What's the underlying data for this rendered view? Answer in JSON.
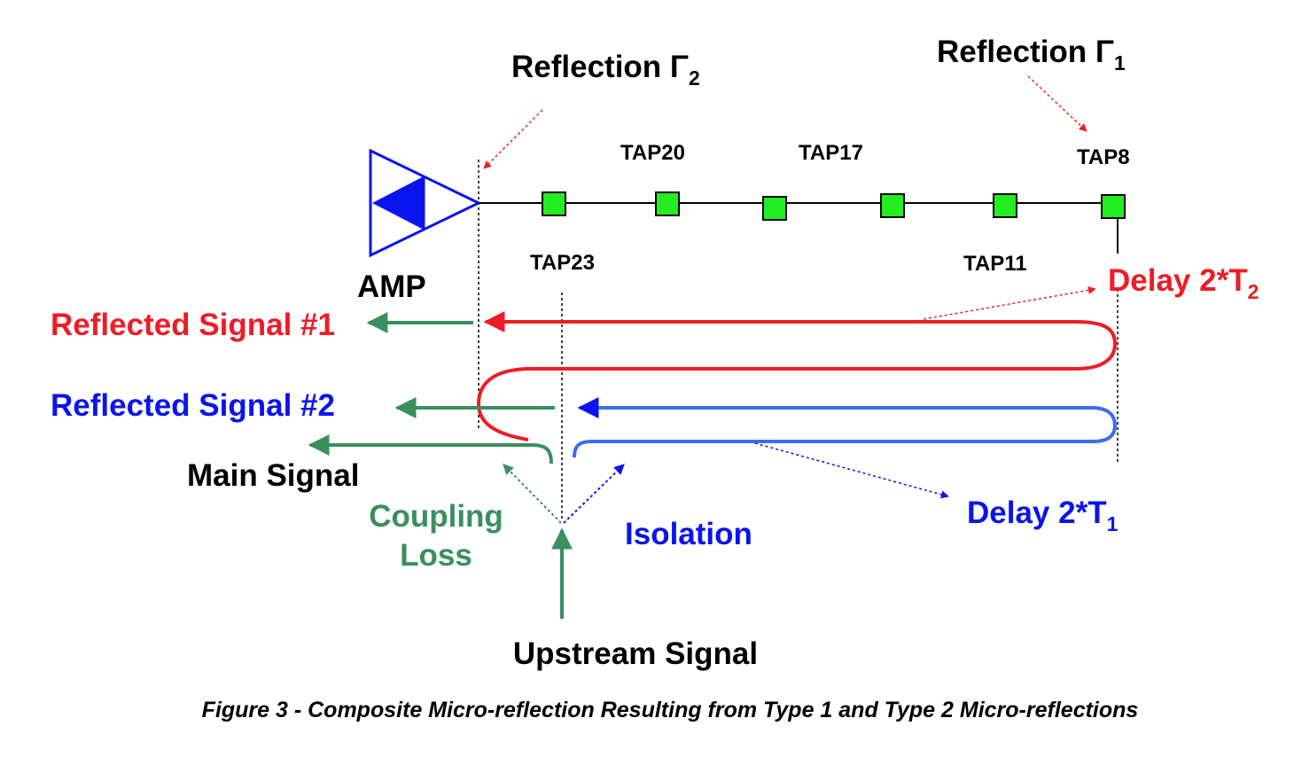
{
  "colors": {
    "red": "#ee1c25",
    "blue": "#0a14ee",
    "light_blue": "#3c6cf0",
    "green": "#3a8f5e",
    "tap_fill": "#22ee22",
    "black": "#000000"
  },
  "labels": {
    "reflection_gamma2": "Reflection Γ",
    "reflection_gamma2_sub": "2",
    "reflection_gamma1": "Reflection Γ",
    "reflection_gamma1_sub": "1",
    "amp": "AMP",
    "tap20": "TAP20",
    "tap17": "TAP17",
    "tap8": "TAP8",
    "tap23": "TAP23",
    "tap11": "TAP11",
    "delay_2t2": "Delay 2*T",
    "delay_2t2_sub": "2",
    "delay_2t1": "Delay 2*T",
    "delay_2t1_sub": "1",
    "reflected_signal_1": "Reflected Signal #1",
    "reflected_signal_2": "Reflected Signal #2",
    "main_signal": "Main Signal",
    "coupling": "Coupling",
    "loss": "Loss",
    "isolation": "Isolation",
    "upstream_signal": "Upstream Signal"
  },
  "caption": "Figure 3 - Composite Micro-reflection Resulting from Type 1 and Type 2 Micro-reflections",
  "icons": {
    "amplifier": "amplifier-triangle-icon",
    "tap": "tap-square-icon"
  }
}
